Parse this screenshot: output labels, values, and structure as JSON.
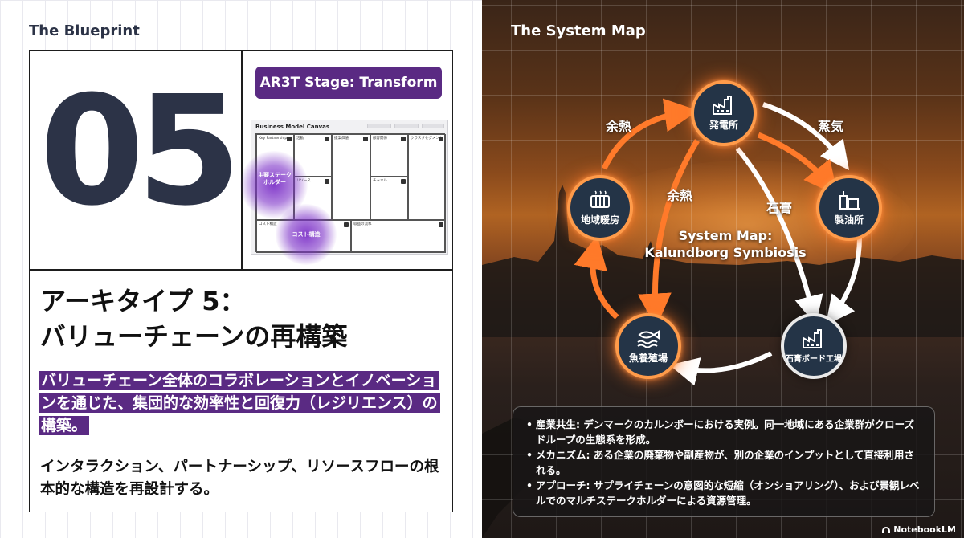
{
  "left": {
    "title": "The Blueprint",
    "number": "05",
    "stage_badge": "AR3T Stage: Transform",
    "bmc": {
      "title": "Business Model Canvas",
      "cells": {
        "key_partnerships": "Key Partnerships",
        "activities": "活動",
        "value_prop": "提案価値",
        "customer_relations": "顧客関係",
        "customer_segments": "クラスタセグメント",
        "resources": "リソース",
        "channels": "チャネル",
        "cost": "コスト構造",
        "revenue": "収益の流れ"
      },
      "highlight_1": "主要ステーク\nホルダー",
      "highlight_2": "コスト構造"
    },
    "heading_line1": "アーキタイプ 5：",
    "heading_line2": "バリューチェーンの再構築",
    "highlight_text": "バリューチェーン全体のコラボレーションとイノベーションを通じた、集団的な効率性と回復力（レジリエンス）の構築。",
    "body_text": "インタラクション、パートナーシップ、リソースフローの根本的な構造を再設計する。"
  },
  "right": {
    "title": "The System Map",
    "center_label_line1": "System Map:",
    "center_label_line2": "Kalundborg Symbiosis",
    "nodes": {
      "power": "発電所",
      "refinery": "製油所",
      "gypsum": "石膏ボード工場",
      "fish": "魚養殖場",
      "heating": "地域暖房"
    },
    "edges": {
      "steam": "蒸気",
      "heat_top": "余熱",
      "heat_center": "余熱",
      "gypsum": "石膏"
    },
    "bullets": [
      "産業共生: デンマークのカルンボーにおける実例。同一地域にある企業群がクローズドループの生態系を形成。",
      "メカニズム: ある企業の廃棄物や副産物が、別の企業のインプットとして直接利用される。",
      "アプローチ: サプライチェーンの意図的な短縮（オンショアリング）、および景観レベルでのマルチステークホルダーによる資源管理。"
    ],
    "brand": "NotebookLM"
  },
  "colors": {
    "accent_purple": "#5a2a83",
    "navy": "#2c3347",
    "orange_flow": "#ff7a2a",
    "white_flow": "#ffffff"
  }
}
